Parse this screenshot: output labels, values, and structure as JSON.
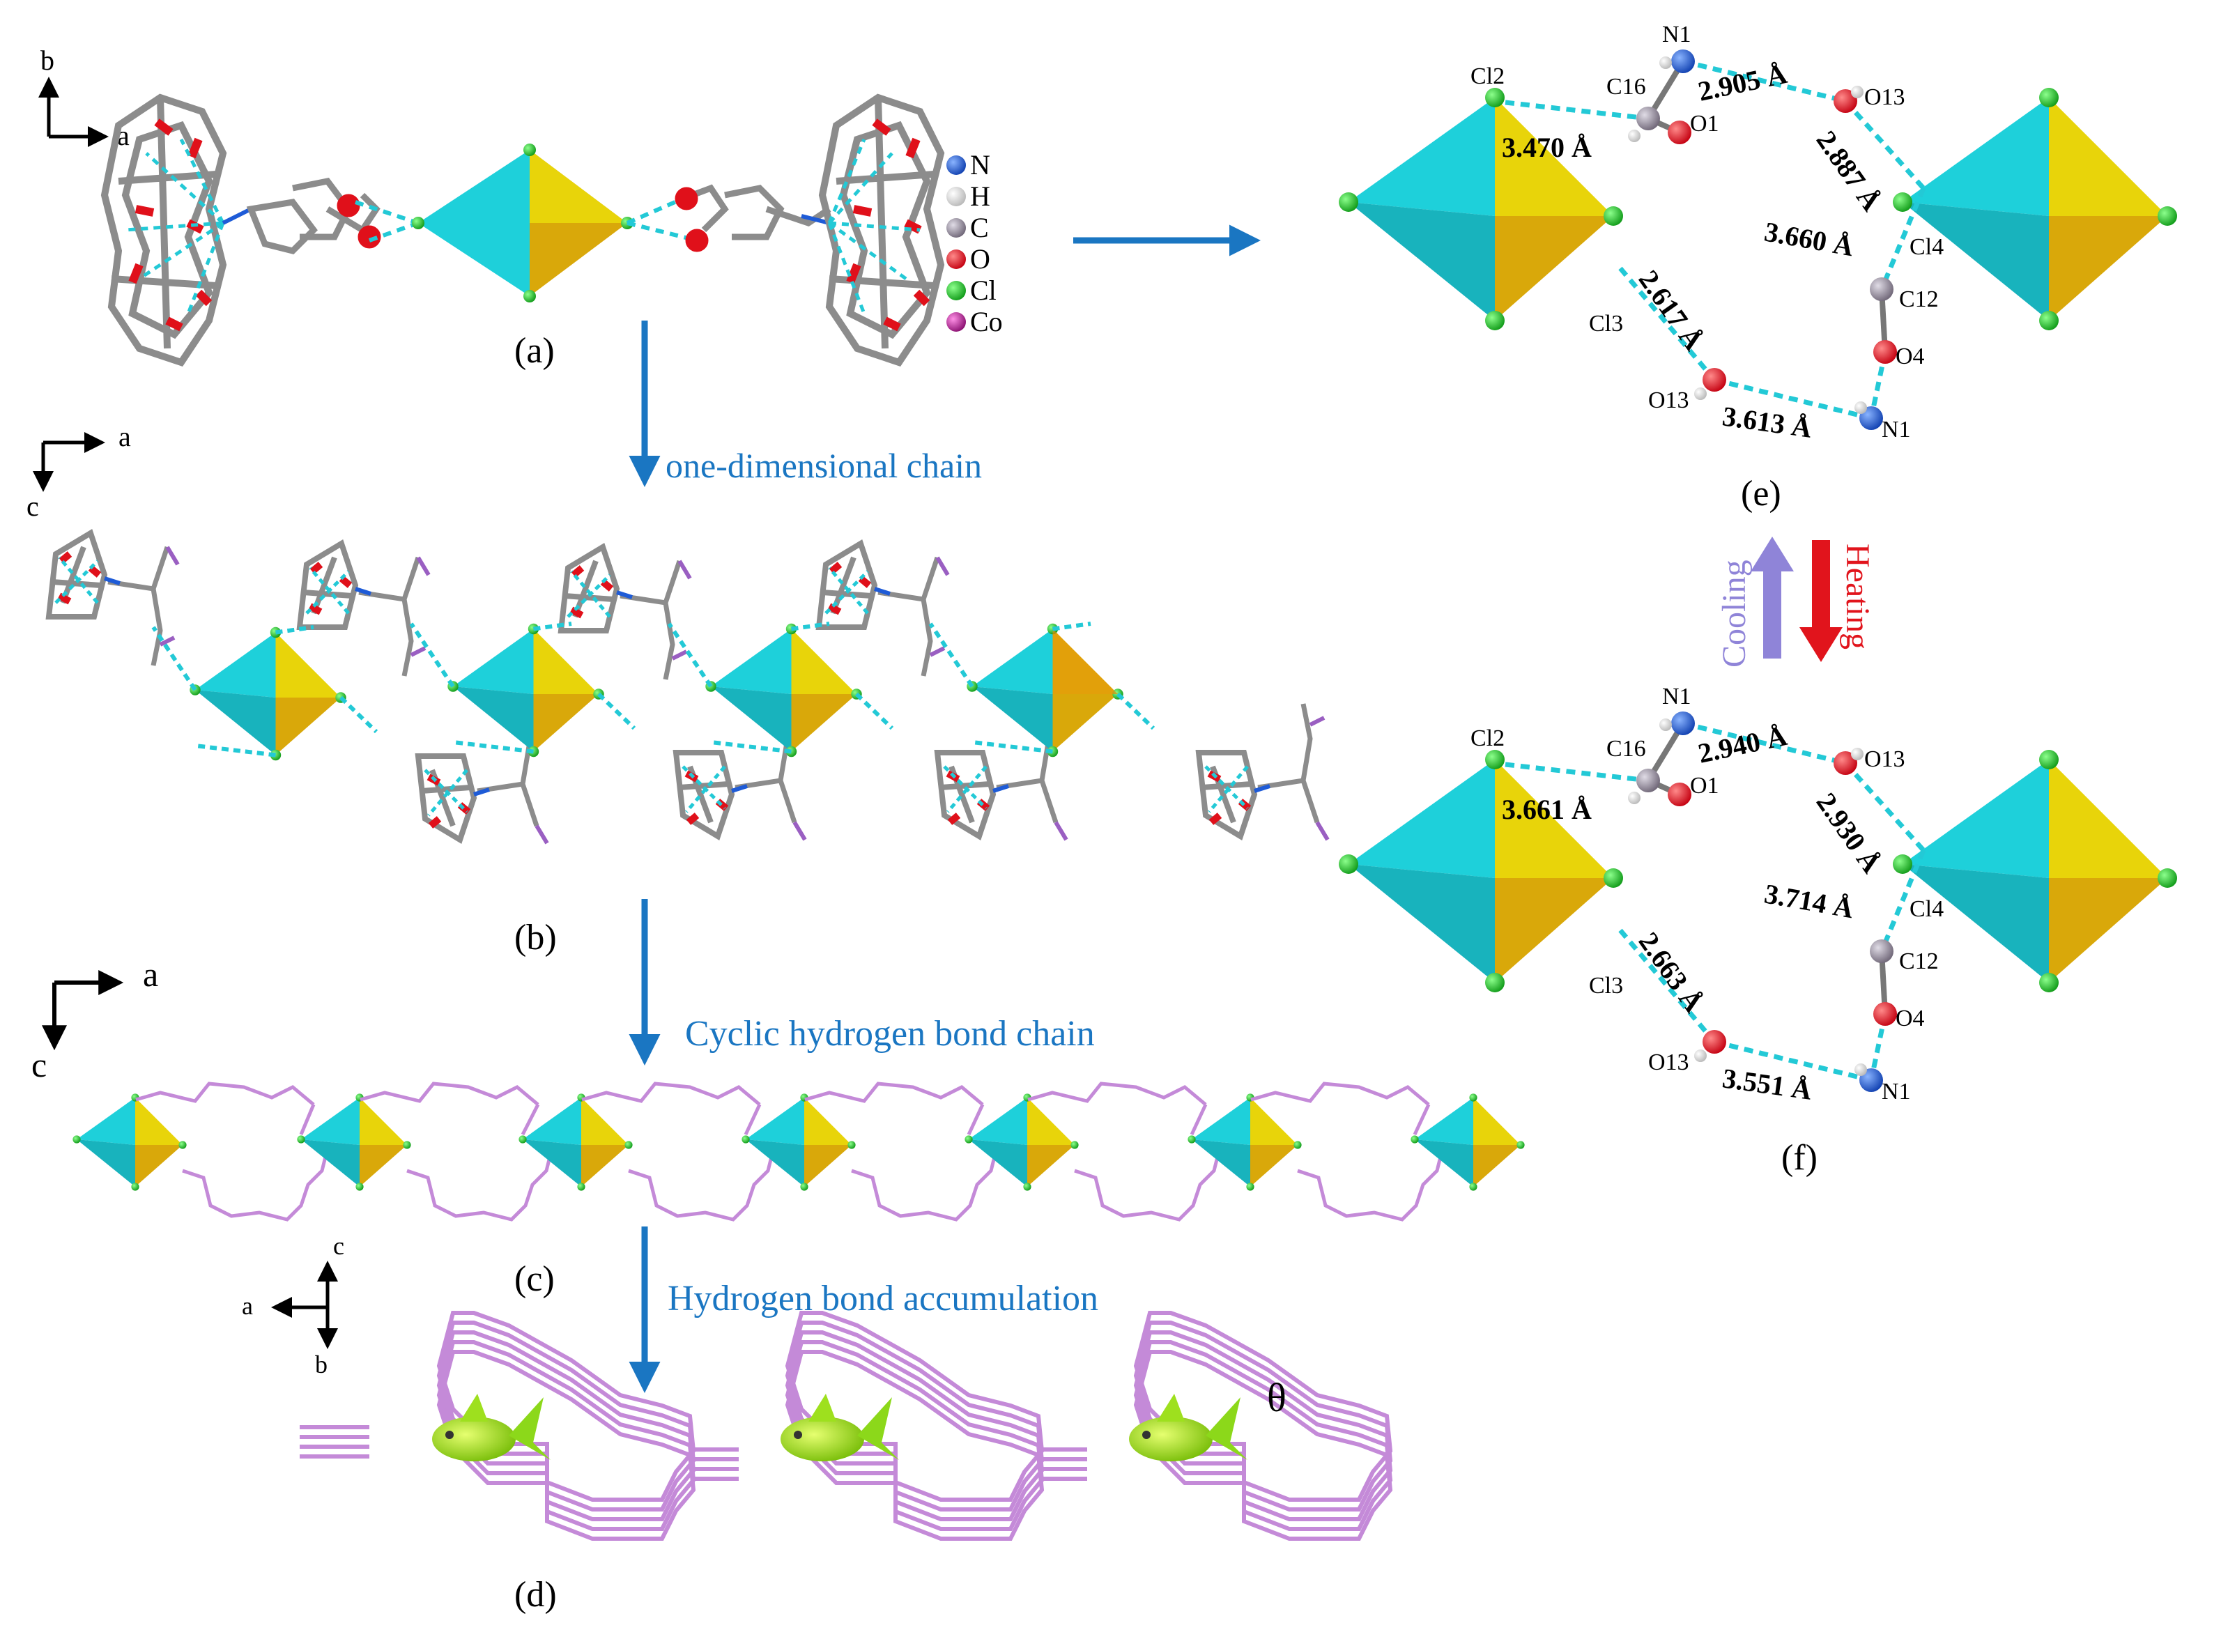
{
  "axes": {
    "a": {
      "h": "a",
      "v": "b"
    },
    "b": {
      "h": "a",
      "v": "c"
    },
    "c": {
      "h": "a",
      "v": "c"
    },
    "d": {
      "h": "a",
      "v1": "c",
      "v2": "b"
    }
  },
  "legend": {
    "items": [
      {
        "symbol": "N",
        "color": "#1e5bd7"
      },
      {
        "symbol": "H",
        "color": "#f2f2f2"
      },
      {
        "symbol": "C",
        "color": "#a39aaa"
      },
      {
        "symbol": "O",
        "color": "#e0101a"
      },
      {
        "symbol": "Cl",
        "color": "#1fcf2b"
      },
      {
        "symbol": "Co",
        "color": "#c4189e"
      }
    ]
  },
  "panels": {
    "a": "(a)",
    "b": "(b)",
    "c": "(c)",
    "d": "(d)",
    "e": "(e)",
    "f": "(f)"
  },
  "arrows": {
    "one_dimensional": "one-dimensional chain",
    "cyclic": "Cyclic hydrogen bond chain",
    "accumulation": "Hydrogen bond accumulation",
    "cooling": "Cooling",
    "heating": "Heating"
  },
  "theta": "θ",
  "panel_e": {
    "atoms": {
      "n1_top": "N1",
      "cl2": "Cl2",
      "c16": "C16",
      "o1": "O1",
      "o13_top": "O13",
      "cl4": "Cl4",
      "c12": "C12",
      "cl3": "Cl3",
      "o4": "O4",
      "o13_bot": "O13",
      "n1_bot": "N1"
    },
    "distances": {
      "d_cl2": "3.470 Å",
      "d_n1_o13": "2.905 Å",
      "d_o13_cl4": "2.887 Å",
      "d_cl4_c12": "3.660 Å",
      "d_cl3_o13": "2.617 Å",
      "d_o13_n1": "3.613 Å"
    }
  },
  "panel_f": {
    "atoms": {
      "n1_top": "N1",
      "cl2": "Cl2",
      "c16": "C16",
      "o1": "O1",
      "o13_top": "O13",
      "cl4": "Cl4",
      "c12": "C12",
      "cl3": "Cl3",
      "o4": "O4",
      "o13_bot": "O13",
      "n1_bot": "N1"
    },
    "distances": {
      "d_cl2": "3.661 Å",
      "d_n1_o13": "2.940 Å",
      "d_o13_cl4": "2.930 Å",
      "d_cl4_c12": "3.714 Å",
      "d_cl3_o13": "2.663 Å",
      "d_o13_n1": "3.551 Å"
    }
  },
  "colors": {
    "arrow_blue": "#1a76c2",
    "label_blue": "#1a76c2",
    "cyan": "#1ed0da",
    "gold": "#d9a80a",
    "yellow": "#e8d40a",
    "bond_cyan": "#23c9d6",
    "purple": "#c48ad8",
    "cooling": "#8f84d8",
    "heating": "#e1141c"
  }
}
